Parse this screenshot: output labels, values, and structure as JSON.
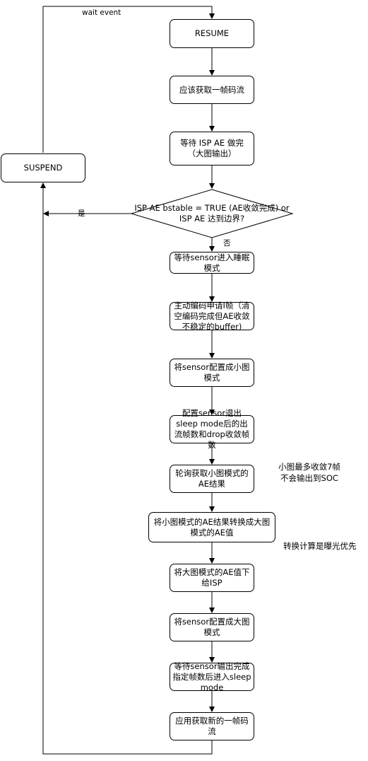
{
  "nodes": {
    "resume": "RESUME",
    "get_frame": "应该获取一帧码流",
    "wait_isp": "等待 ISP AE 做完（大图输出）",
    "suspend": "SUSPEND",
    "decision": "ISP AE bstable = TRUE (AE收敛完成) or ISP AE 达到边界?",
    "sensor_sleep": "等待sensor进入睡眠模式",
    "request_i": "主动编码申请I帧（清空编码完成但AE收敛不稳定的buffer)",
    "small_mode": "将sensor配置成小图模式",
    "config_frames": "配置sensor退出sleep mode后的出流帧数和drop收敛帧数",
    "poll_ae": "轮询获取小图模式的AE结果",
    "convert_ae": "将小图模式的AE结果转换成大图模式的AE值",
    "give_isp": "将大图模式的AE值下给ISP",
    "big_mode": "将sensor配置成大图模式",
    "wait_output": "等待sensor输出完成指定帧数后进入sleep mode",
    "app_get": "应用获取新的一帧码流"
  },
  "labels": {
    "wait_event": "wait event",
    "yes": "是",
    "no": "否"
  },
  "notes": {
    "small_max_line1": "小图最多收敛7帧",
    "small_max_line2": "不会输出到SOC",
    "exposure_priority": "转换计算是曝光优先"
  }
}
